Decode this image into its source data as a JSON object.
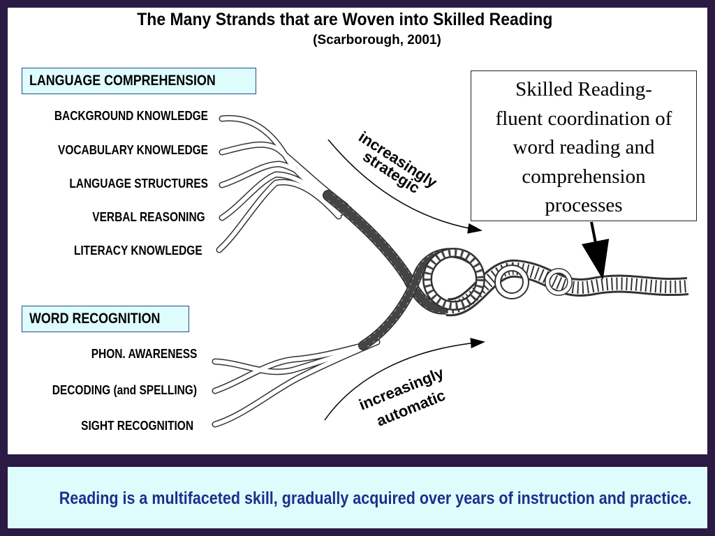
{
  "title": "The Many Strands that are Woven into Skilled Reading",
  "subtitle": "(Scarborough, 2001)",
  "language_comprehension": {
    "heading": "LANGUAGE COMPREHENSION",
    "strands": [
      "BACKGROUND KNOWLEDGE",
      "VOCABULARY KNOWLEDGE",
      "LANGUAGE STRUCTURES",
      "VERBAL REASONING",
      "LITERACY KNOWLEDGE"
    ]
  },
  "word_recognition": {
    "heading": "WORD RECOGNITION",
    "strands": [
      "PHON. AWARENESS",
      "DECODING (and SPELLING)",
      "SIGHT RECOGNITION"
    ]
  },
  "arrows": {
    "strategic_line1": "increasingly",
    "strategic_line2": "strategic",
    "automatic_line1": "increasingly",
    "automatic_line2": "automatic"
  },
  "callout": {
    "lines": [
      "Skilled Reading-",
      "fluent coordination of",
      "word reading and",
      "comprehension",
      "processes"
    ]
  },
  "footer": "Reading is a multifaceted skill, gradually acquired over years of instruction and practice.",
  "colors": {
    "background": "#2a1a44",
    "box_fill": "#dffcfd",
    "box_border": "#1d4f86",
    "footer_text": "#1d2f8a"
  }
}
